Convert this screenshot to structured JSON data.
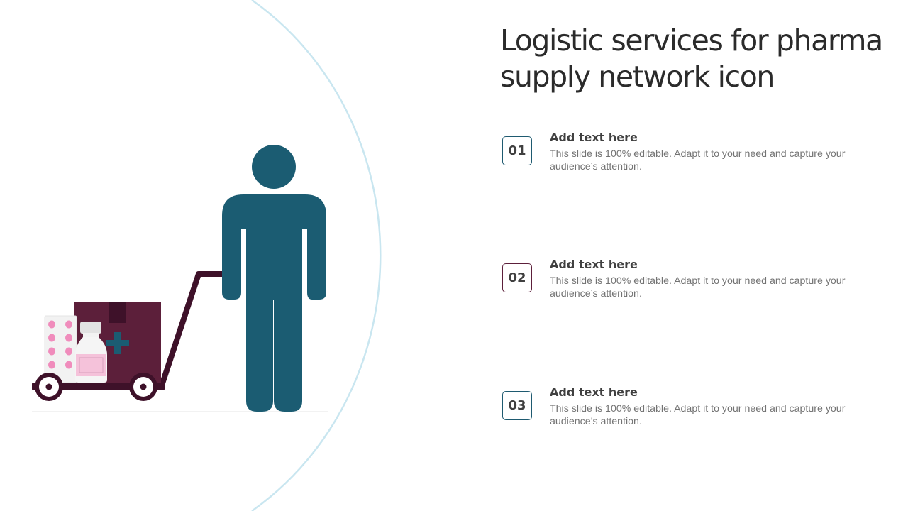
{
  "title": "Logistic services for pharma supply network icon",
  "items": [
    {
      "number": "01",
      "heading": "Add text here",
      "body": "This slide is 100% editable. Adapt it to your need and capture your audience’s attention."
    },
    {
      "number": "02",
      "heading": "Add text here",
      "body": "This slide is 100% editable. Adapt it to your need and capture your audience’s attention."
    },
    {
      "number": "03",
      "heading": "Add text here",
      "body": "This slide is 100% editable. Adapt it to your need and capture your audience’s attention."
    }
  ],
  "colors": {
    "teal": "#1b5c72",
    "maroon": "#5c1f3a",
    "dark_maroon": "#3e1129",
    "pink": "#f08cbc",
    "arc": "#c9e6f0",
    "title_text": "#2b2b2b",
    "body_text": "#737373"
  },
  "icons": [
    "person-icon",
    "hand-truck-icon",
    "medicine-box-icon",
    "medicine-bottle-icon",
    "pill-blister-icon"
  ]
}
